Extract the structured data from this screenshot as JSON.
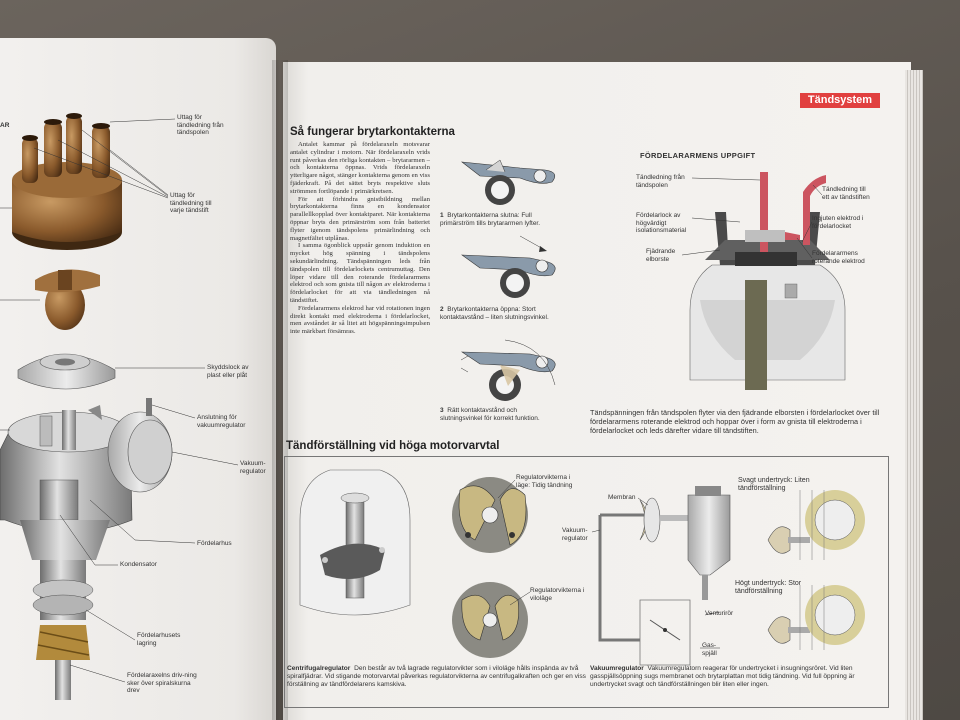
{
  "header": {
    "section_tag": "Tändsystem"
  },
  "left_page": {
    "corner_label": "AR",
    "labels": {
      "uttag_tandspolen": "Uttag för tändledning från tändspolen",
      "uttag_tandstift": "Uttag för tändledning till varje tändstift",
      "skyddslock": "Skyddslock av plast eller plåt",
      "anslutning": "Anslutning för vakuumregulator",
      "vakuumregulator": "Vakuum-regulator",
      "fordelarhus": "Fördelarhus",
      "kondensator": "Kondensator",
      "lagring": "Fördelarhusets lagring",
      "drivning": "Fördelaraxelns driv-ning sker över spiralskurna drev"
    }
  },
  "section1": {
    "heading": "Så fungerar brytarkontakterna",
    "paragraphs": [
      "Antalet kammar på fördelaraxeln motsvarar antalet cylindrar i motorn. När fördelaraxeln vrids runt påverkas den rörliga kontakten – brytararmen – och kontakterna öppnas. Vrids fördelaraxeln ytterligare något, stänger kontakterna genom en viss fjäderkraft. På det sättet bryts respektive sluts strömmen fortlöpande i primärkretsen.",
      "För att förhindra gnistbildning mellan brytarkontakterna finns en kondensator parallellkopplad över kontaktparet. När kontakterna öppnar bryts den primärström som från batteriet flyter igenom tändspolens primärlindning och magnetfältet utplånas.",
      "I samma ögonblick uppstår genom induktion en mycket hög spänning i tändspolens sekundärlindning. Tändspänningen leds från tändspolen till fördelarlockets centrumuttag. Den löper vidare till den roterande fördelararmens elektrod och som gnista till någon av elektroderna i fördelarlocket för att via tändledningen nå tändstiftet.",
      "Fördelararmens elektrod har vid rotationen ingen direkt kontakt med elektroderna i fördelarlocket, men avståndet är så litet att högspänningsimpulsen inte märkbart försämras."
    ],
    "captions": [
      {
        "num": "1",
        "text": "Brytarkontakterna slutna: Full primärström tills brytararmen lyfter."
      },
      {
        "num": "2",
        "text": "Brytarkontakterna öppna: Stort kontaktavstånd – liten slutningsvinkel."
      },
      {
        "num": "3",
        "text": "Rätt kontaktavstånd och slutningsvinkel för korrekt funktion."
      }
    ]
  },
  "figure_right": {
    "title": "FÖRDELARARMENS UPPGIFT",
    "labels": {
      "tl_fran": "Tändledning från tändspolen",
      "tl_till": "Tändledning till ett av tändstiften",
      "lock": "Fördelarlock av högvärdigt isolationsmaterial",
      "ingjuten": "Ingjuten elektrod i fördelarlocket",
      "fjadrande": "Fjädrande elborste",
      "roterande": "Fördelararmens roterande elektrod"
    },
    "caption": "Tändspänningen från tändspolen flyter via den fjädrande elborsten i fördelarlocket över till fördelararmens roterande elektrod och hoppar över i form av gnista till elektroderna i fördelarlocket och leds därefter vidare till tändstiften."
  },
  "section2": {
    "heading": "Tändförställning vid höga motorvarvtal",
    "labels": {
      "reg_tidig": "Regulatorvikterna i läge: Tidig tändning",
      "reg_vila": "Regulatorvikterna i viloläge",
      "membran": "Membran",
      "vakuum": "Vakuum-regulator",
      "venturi": "Venturirör",
      "gasspjall": "Gas-spjäll",
      "svagt": "Svagt undertryck: Liten tändförställning",
      "hogt": "Högt undertryck: Stor tändförställning"
    },
    "foot_left_title": "Centrifugalregulator",
    "foot_left": "Den består av två lagrade regulatorvikter som i viloläge hålls inspända av två spiralfjädrar. Vid stigande motorvarvtal påverkas regulatorvikterna av centrifugalkraften och ger en viss förställning av tändfördelarens kamskiva.",
    "foot_right_title": "Vakuumregulator",
    "foot_right": "Vakuumregulatorn reagerar för undertrycket i insugningsröret. Vid liten gasspjällsöppning sugs membranet och brytarplattan mot tidig tändning. Vid full öppning är undertrycket svagt och tändförställningen blir liten eller ingen."
  }
}
